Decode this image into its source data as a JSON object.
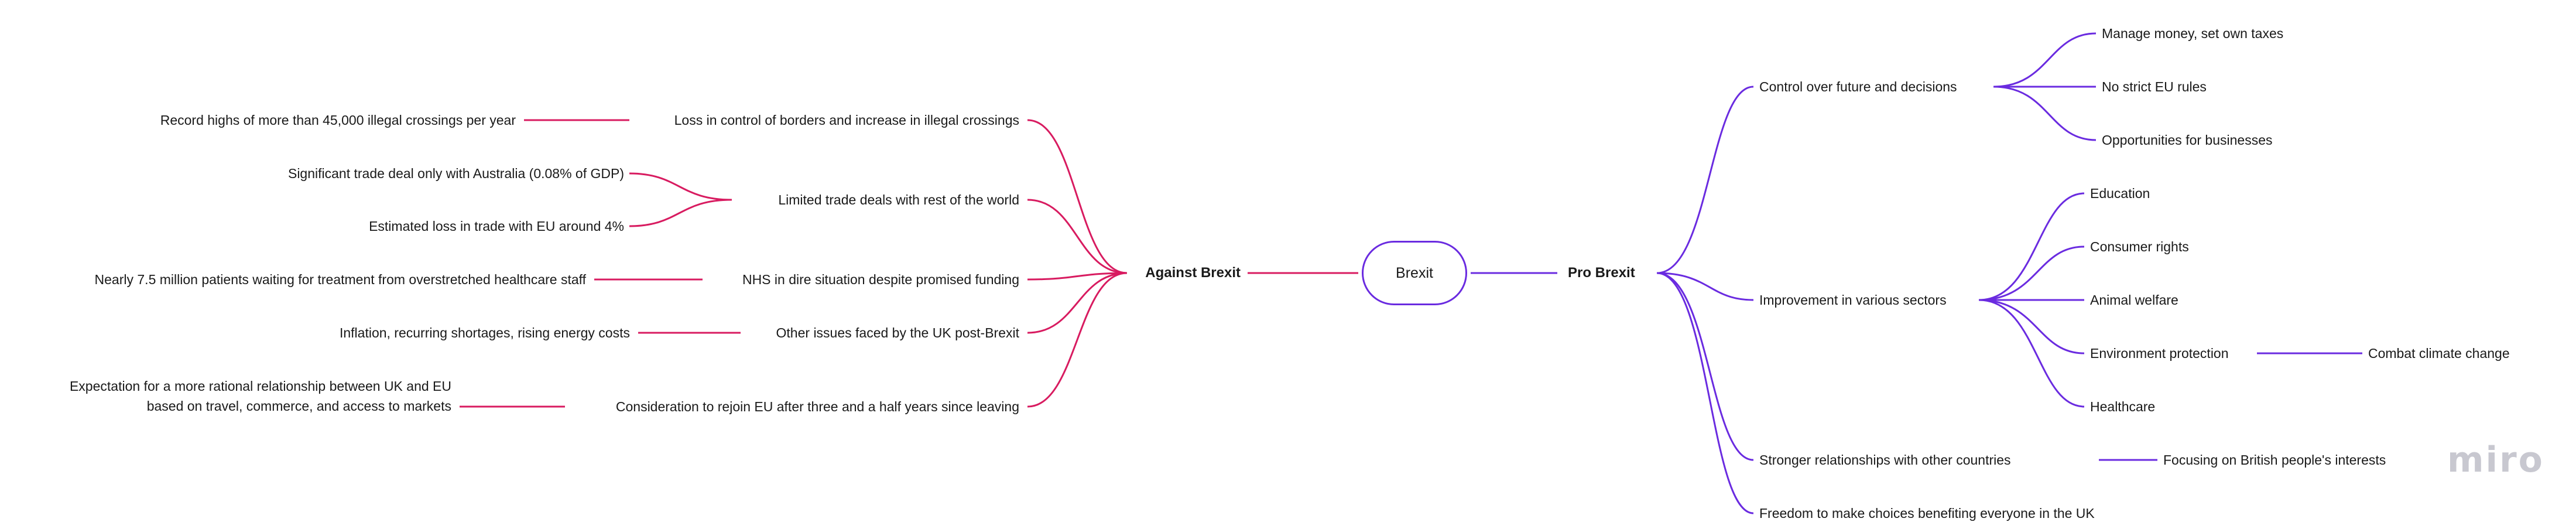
{
  "root": "Brexit",
  "against": {
    "label": "Against Brexit",
    "branches": [
      {
        "label": "Loss in control of borders and increase in illegal crossings",
        "children": [
          "Record highs of more than 45,000 illegal crossings per year"
        ]
      },
      {
        "label": "Limited trade deals with rest of the world",
        "children": [
          "Significant trade deal only with Australia (0.08% of GDP)",
          "Estimated loss in trade with EU around 4%"
        ]
      },
      {
        "label": "NHS in dire situation despite promised funding",
        "children": [
          "Nearly 7.5 million patients waiting for treatment from overstretched healthcare staff"
        ]
      },
      {
        "label": "Other issues faced by the UK post-Brexit",
        "children": [
          "Inflation, recurring shortages, rising energy costs"
        ]
      },
      {
        "label": "Consideration to rejoin EU after three and a half years since leaving",
        "children": [
          "Expectation for a more rational relationship between UK and EU based on travel, commerce, and access to markets"
        ]
      }
    ]
  },
  "pro": {
    "label": "Pro Brexit",
    "branches": [
      {
        "label": "Control over future and decisions",
        "children": [
          "Manage money, set own taxes",
          "No strict EU rules",
          "Opportunities for businesses"
        ]
      },
      {
        "label": "Improvement in various sectors",
        "children": [
          "Education",
          "Consumer rights",
          "Animal welfare",
          "Environment protection",
          "Healthcare"
        ],
        "grandchild": "Combat climate change"
      },
      {
        "label": "Stronger relationships with other countries",
        "children": [
          "Focusing on British people's interests"
        ]
      },
      {
        "label": "Freedom to make choices benefiting everyone in the UK",
        "children": []
      }
    ]
  },
  "colors": {
    "against": "#d81b60",
    "pro": "#6a2be0"
  },
  "logo": "miro"
}
